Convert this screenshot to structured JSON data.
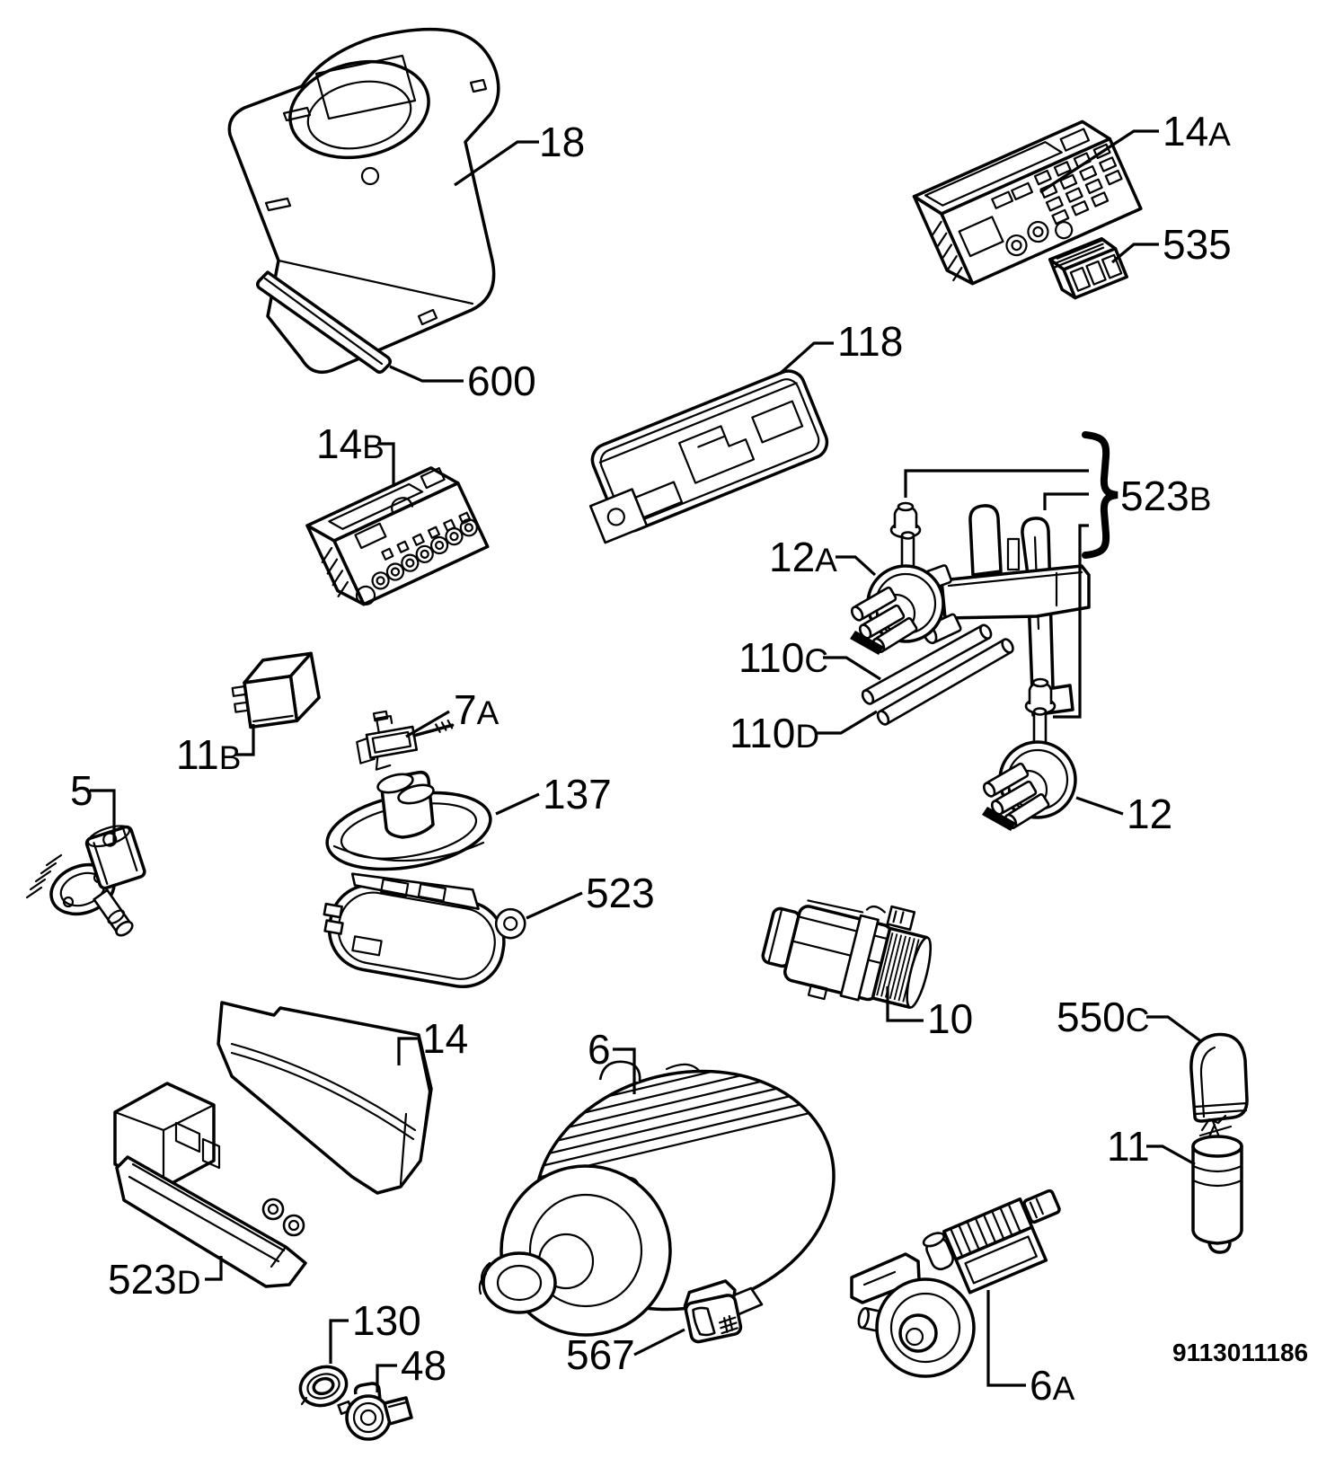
{
  "diagram": {
    "doc_number": "9113011186",
    "colors": {
      "ink": "#000000",
      "paper": "#ffffff"
    },
    "parts": {
      "18": {
        "num": "18",
        "suffix": ""
      },
      "600": {
        "num": "600",
        "suffix": ""
      },
      "14A": {
        "num": "14",
        "suffix": "A"
      },
      "535": {
        "num": "535",
        "suffix": ""
      },
      "118": {
        "num": "118",
        "suffix": ""
      },
      "14B": {
        "num": "14",
        "suffix": "B"
      },
      "523B": {
        "num": "523",
        "suffix": "B"
      },
      "12A": {
        "num": "12",
        "suffix": "A"
      },
      "110C": {
        "num": "110",
        "suffix": "C"
      },
      "110D": {
        "num": "110",
        "suffix": "D"
      },
      "11B": {
        "num": "11",
        "suffix": "B"
      },
      "7A": {
        "num": "7",
        "suffix": "A"
      },
      "5": {
        "num": "5",
        "suffix": ""
      },
      "137": {
        "num": "137",
        "suffix": ""
      },
      "523": {
        "num": "523",
        "suffix": ""
      },
      "12": {
        "num": "12",
        "suffix": ""
      },
      "10": {
        "num": "10",
        "suffix": ""
      },
      "550C": {
        "num": "550",
        "suffix": "C"
      },
      "11": {
        "num": "11",
        "suffix": ""
      },
      "14": {
        "num": "14",
        "suffix": ""
      },
      "523D": {
        "num": "523",
        "suffix": "D"
      },
      "130": {
        "num": "130",
        "suffix": ""
      },
      "48": {
        "num": "48",
        "suffix": ""
      },
      "6": {
        "num": "6",
        "suffix": ""
      },
      "567": {
        "num": "567",
        "suffix": ""
      },
      "6A": {
        "num": "6",
        "suffix": "A"
      }
    }
  }
}
